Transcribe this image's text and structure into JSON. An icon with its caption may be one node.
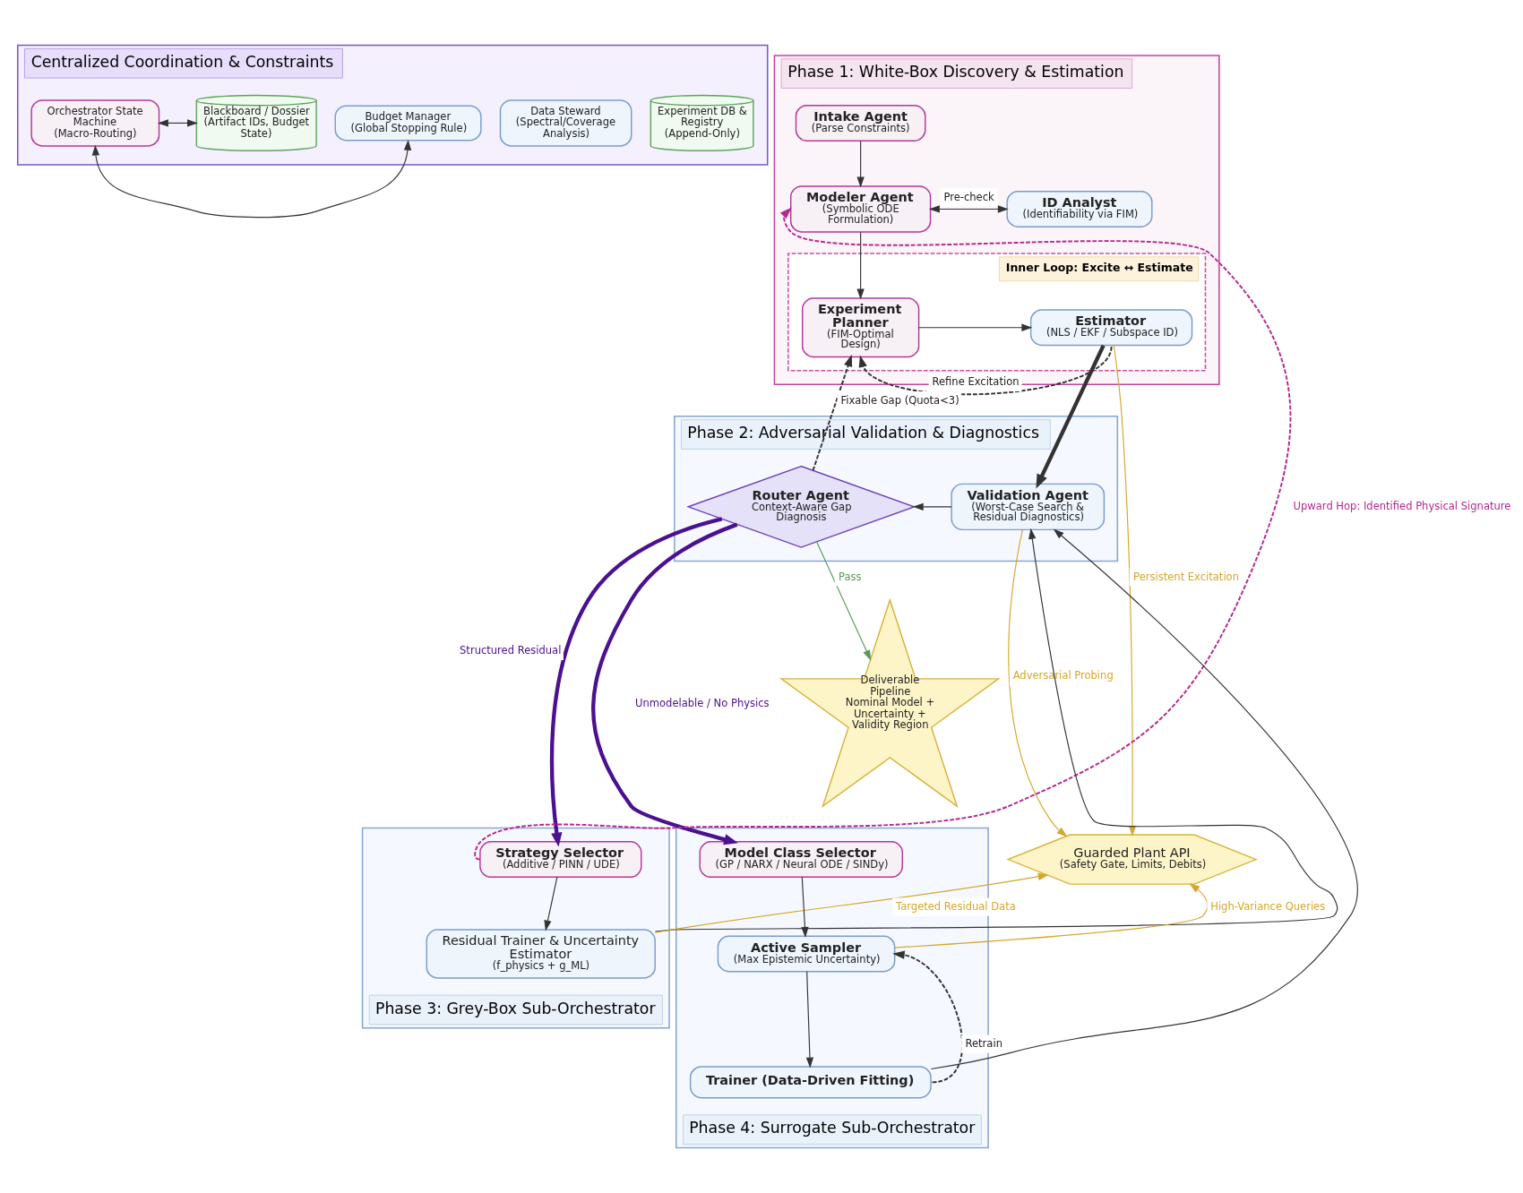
{
  "diagram": {
    "nodes": [
      {
        "text": [
          "Centralized Coordination & Constraints"
        ]
      },
      {
        "text": [
          "Orchestrator State Machine",
          "(Macro-Routing)"
        ],
        "in": 0
      },
      {
        "text": [
          "Blackboard / Dossier",
          "(Artifact IDs, Budget State)"
        ],
        "in": 0
      },
      {
        "text": [
          "Budget Manager",
          "(Global Stopping Rule)"
        ],
        "in": 0
      },
      {
        "text": [
          "Data Steward",
          "(Spectral/Coverage Analysis)"
        ],
        "in": 0
      },
      {
        "text": [
          "Experiment DB & Registry",
          "(Append-Only)"
        ],
        "in": 0
      },
      {
        "text": [
          "Phase 1: White-Box Discovery & Estimation"
        ]
      },
      {
        "text": [
          "Intake Agent",
          "(Parse Constraints)"
        ],
        "in": 6
      },
      {
        "text": [
          "Modeler Agent",
          "(Symbolic ODE Formulation)"
        ],
        "in": 6
      },
      {
        "text": [
          "ID Analyst",
          "(Identifiability via FIM)"
        ],
        "in": 6
      },
      {
        "text": [
          "Inner Loop: Excite ↔ Estimate"
        ],
        "in": 6
      },
      {
        "text": [
          "Experiment Planner",
          "(FIM-Optimal Design)"
        ],
        "in": 10
      },
      {
        "text": [
          "Estimator",
          "(NLS / EKF / Subspace ID)"
        ],
        "in": 10
      },
      {
        "text": [
          "Phase 2: Adversarial Validation & Diagnostics"
        ]
      },
      {
        "text": [
          "Validation Agent",
          "(Worst-Case Search & Residual Diagnostics)"
        ],
        "in": 13
      },
      {
        "text": [
          "Router Agent",
          "Context-Aware Gap Diagnosis"
        ],
        "in": 13
      },
      {
        "text": [
          "Guarded Plant API",
          "(Safety Gate, Limits, Debits)"
        ]
      },
      {
        "text": [
          "Deliverable Pipeline",
          "Nominal Model + Uncertainty + Validity Region"
        ]
      },
      {
        "text": [
          "Phase 3: Grey-Box Sub-Orchestrator"
        ]
      },
      {
        "text": [
          "Strategy Selector",
          "(Additive / PINN / UDE)"
        ],
        "in": 18
      },
      {
        "text": [
          "Residual Trainer & Uncertainty Estimator",
          "(f_physics + g_ML)"
        ],
        "in": 18
      },
      {
        "text": [
          "Phase 4: Surrogate Sub-Orchestrator"
        ]
      },
      {
        "text": [
          "Model Class Selector",
          "(GP / NARX / Neural ODE / SINDy)"
        ],
        "in": 21
      },
      {
        "text": [
          "Active Sampler",
          "(Max Epistemic Uncertainty)"
        ],
        "in": 21
      },
      {
        "text": [
          "Trainer (Data-Driven Fitting)"
        ],
        "in": 21
      }
    ],
    "edges": [
      {
        "from": 1,
        "to": 2,
        "arrow": "both"
      },
      {
        "from": 1,
        "to": 3,
        "arrow": "both"
      },
      {
        "from": 7,
        "to": 8,
        "arrow": "to"
      },
      {
        "from": 8,
        "to": 9,
        "arrow": "both",
        "label": "Pre-check"
      },
      {
        "from": 8,
        "to": 11,
        "arrow": "to"
      },
      {
        "from": 11,
        "to": 12,
        "arrow": "to"
      },
      {
        "from": 12,
        "to": 11,
        "arrow": "to",
        "label": "Refine Excitation",
        "style": "dashed"
      },
      {
        "from": 12,
        "to": 14,
        "arrow": "to",
        "style": "thick"
      },
      {
        "from": 12,
        "to": 16,
        "arrow": "to",
        "label": "Persistent Excitation",
        "color": "#d4a72c"
      },
      {
        "from": 14,
        "to": 15,
        "arrow": "to"
      },
      {
        "from": 14,
        "to": 16,
        "arrow": "to",
        "label": "Adversarial Probing",
        "color": "#d4a72c"
      },
      {
        "from": 15,
        "to": 17,
        "arrow": "to",
        "label": "Pass",
        "color": "#5a9a5a"
      },
      {
        "from": 15,
        "to": 11,
        "arrow": "to",
        "label": "Fixable Gap (Quota<3)",
        "style": "dashed"
      },
      {
        "from": 15,
        "to": 19,
        "arrow": "to",
        "label": "Structured Residual",
        "style": "thick",
        "color": "#4b1190"
      },
      {
        "from": 15,
        "to": 22,
        "arrow": "to",
        "label": "Unmodelable / No Physics",
        "style": "thick",
        "color": "#4b1190"
      },
      {
        "from": 19,
        "to": 8,
        "arrow": "to",
        "label": "Upward Hop: Identified Physical Signature",
        "style": "dashed",
        "color": "#b5288f"
      },
      {
        "from": 19,
        "to": 20,
        "arrow": "to"
      },
      {
        "from": 20,
        "to": 14,
        "arrow": "to"
      },
      {
        "from": 20,
        "to": 16,
        "arrow": "to",
        "label": "Targeted Residual Data",
        "color": "#d4a72c"
      },
      {
        "from": 22,
        "to": 23,
        "arrow": "to"
      },
      {
        "from": 23,
        "to": 24,
        "arrow": "to"
      },
      {
        "from": 24,
        "to": 23,
        "arrow": "to",
        "label": "Retrain",
        "style": "dashed"
      },
      {
        "from": 24,
        "to": 14,
        "arrow": "to"
      },
      {
        "from": 23,
        "to": 16,
        "arrow": "to",
        "label": "High-Variance Queries",
        "color": "#d4a72c"
      }
    ]
  }
}
